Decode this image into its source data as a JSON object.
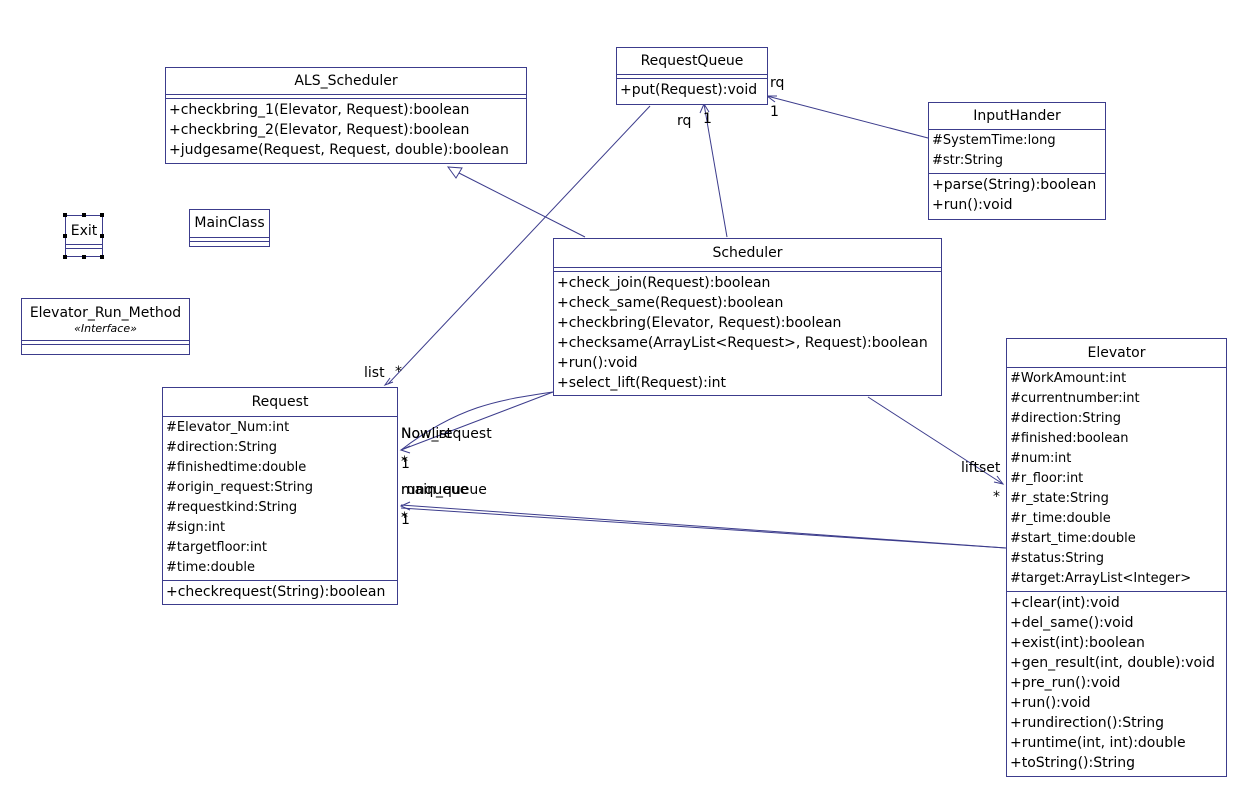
{
  "classes": {
    "als_scheduler": {
      "name": "ALS_Scheduler",
      "operations": [
        "+checkbring_1(Elevator, Request):boolean",
        "+checkbring_2(Elevator, Request):boolean",
        "+judgesame(Request, Request, double):boolean"
      ]
    },
    "request_queue": {
      "name": "RequestQueue",
      "operations": [
        "+put(Request):void"
      ]
    },
    "input_hander": {
      "name": "InputHander",
      "attributes": [
        "#SystemTime:long",
        "#str:String"
      ],
      "operations": [
        "+parse(String):boolean",
        "+run():void"
      ]
    },
    "exit": {
      "name": "Exit"
    },
    "main_class": {
      "name": "MainClass"
    },
    "elevator_run_method": {
      "name": "Elevator_Run_Method",
      "stereotype": "«Interface»"
    },
    "scheduler": {
      "name": "Scheduler",
      "operations": [
        "+check_join(Request):boolean",
        "+check_same(Request):boolean",
        "+checkbring(Elevator, Request):boolean",
        "+checksame(ArrayList<Request>, Request):boolean",
        "+run():void",
        "+select_lift(Request):int"
      ]
    },
    "request": {
      "name": "Request",
      "attributes": [
        "#Elevator_Num:int",
        "#direction:String",
        "#finishedtime:double",
        "#origin_request:String",
        "#requestkind:String",
        "#sign:int",
        "#targetfloor:int",
        "#time:double"
      ],
      "operations": [
        "+checkrequest(String):boolean"
      ]
    },
    "elevator": {
      "name": "Elevator",
      "attributes": [
        "#WorkAmount:int",
        "#currentnumber:int",
        "#direction:String",
        "#finished:boolean",
        "#num:int",
        "#r_floor:int",
        "#r_state:String",
        "#r_time:double",
        "#start_time:double",
        "#status:String",
        "#target:ArrayList<Integer>"
      ],
      "operations": [
        "+clear(int):void",
        "+del_same():void",
        "+exist(int):boolean",
        "+gen_result(int, double):void",
        "+pre_run():void",
        "+run():void",
        "+rundirection():String",
        "+runtime(int, int):double",
        "+toString():String"
      ]
    }
  },
  "labels": {
    "rq_right": "rq",
    "rq_right_mult": "1",
    "rq_left": "rq",
    "rq_left_mult": "1",
    "list": "list",
    "list_mult": "*",
    "now_request": "Now_request",
    "nowlist": "Nowlist",
    "mult_a": "1",
    "mult_b": "*",
    "main_queue": "main_queue",
    "run_queue": "runqueue",
    "mult_c": "1",
    "mult_d": "*",
    "liftset": "liftset",
    "liftset_mult": "*"
  },
  "colors": {
    "line": "#3c3c8c",
    "text": "#000000",
    "background": "#ffffff"
  }
}
